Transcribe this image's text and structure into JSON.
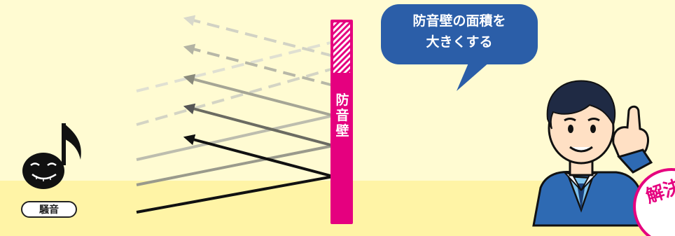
{
  "wall": {
    "label": "防\n音\n壁"
  },
  "noise": {
    "label": "騒音"
  },
  "speech_bubble": {
    "text": "防音壁の面積を\n大きくする"
  },
  "solution_badge": {
    "text": "解決"
  },
  "colors": {
    "wall": "#e5007f",
    "bubble": "#2b5ea8",
    "background_top": "#fffbd2",
    "background_bottom": "#fff4a6",
    "shirt": "#2e6ab3",
    "skin": "#ffe0c4"
  }
}
